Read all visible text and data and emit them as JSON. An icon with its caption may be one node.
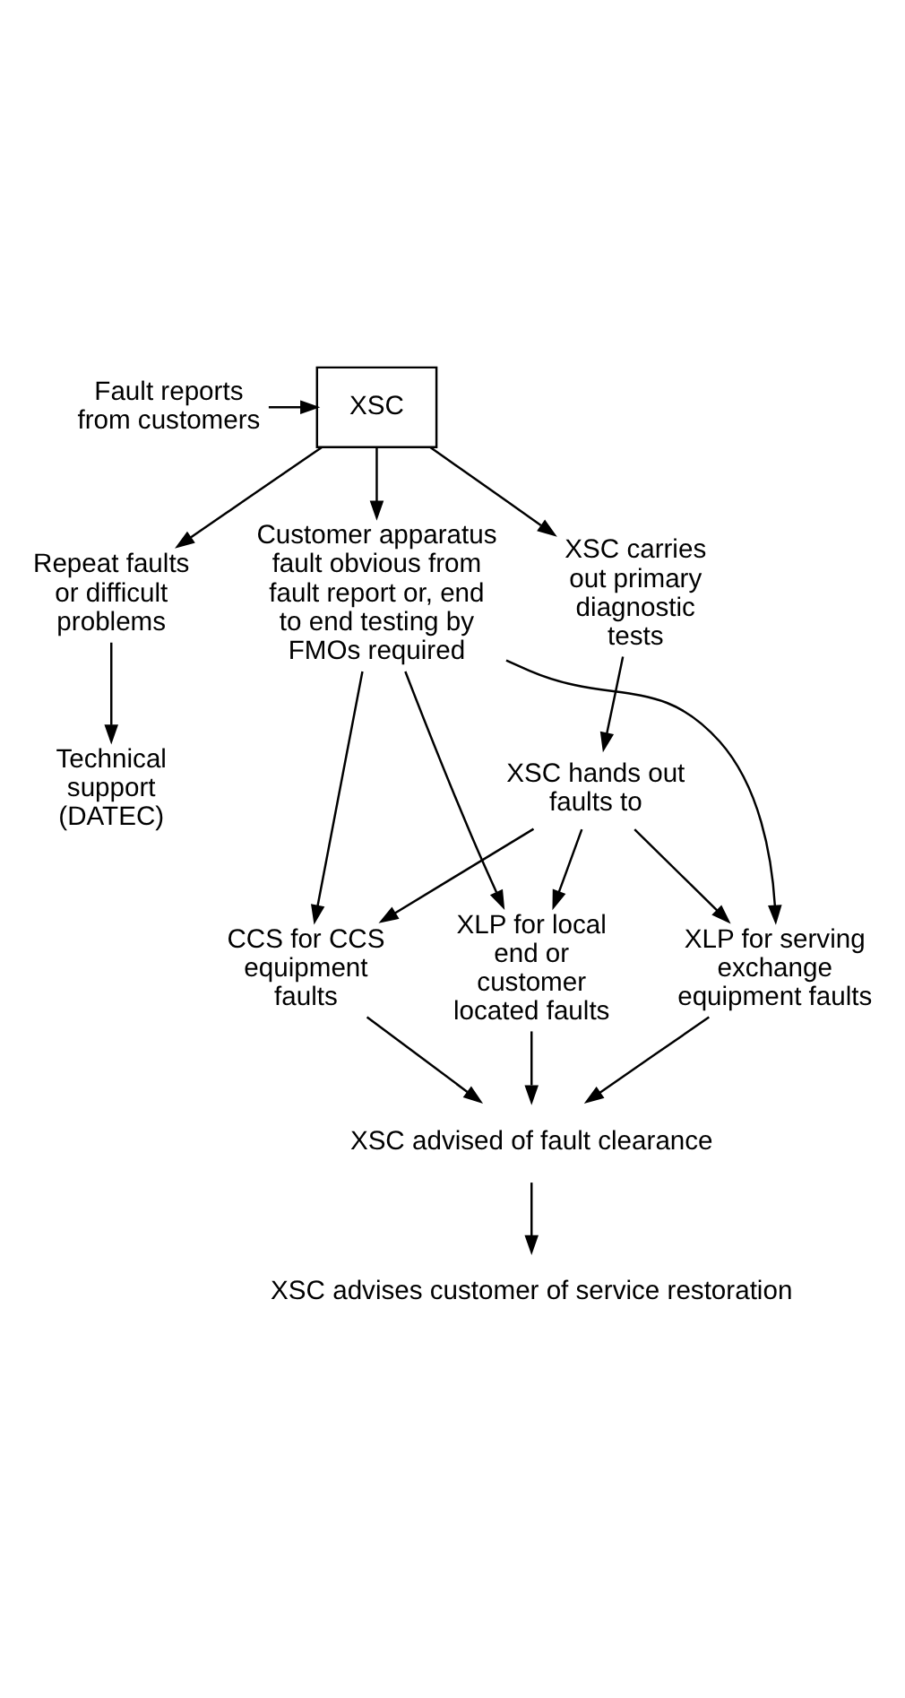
{
  "diagram": {
    "nodes": [
      {
        "text": [
          "Fault reports from customers"
        ]
      },
      {
        "text": [
          "XSC"
        ]
      },
      {
        "text": [
          "Repeat faults or difficult problems"
        ]
      },
      {
        "text": [
          "XSC carries out primary diagnostic tests"
        ]
      },
      {
        "text": [
          "Customer apparatus fault obvious from fault report or, end to end testing by FMOs required"
        ]
      },
      {
        "text": [
          "Technical support (DATEC)"
        ]
      },
      {
        "text": [
          "XSC hands out faults to"
        ]
      },
      {
        "text": [
          "CCS for CCS equipment faults"
        ]
      },
      {
        "text": [
          "XLP for serving exchange equipment faults"
        ]
      },
      {
        "text": [
          "XLP for local end or customer located faults"
        ]
      },
      {
        "text": [
          "XSC advised of fault clearance"
        ]
      },
      {
        "text": [
          "XSC advises customer of service restoration"
        ]
      }
    ],
    "edges": [
      {
        "from": 0,
        "to": 1,
        "arrow": "to"
      },
      {
        "from": 1,
        "to": 2,
        "arrow": "to"
      },
      {
        "from": 1,
        "to": 3,
        "arrow": "to"
      },
      {
        "from": 1,
        "to": 4,
        "arrow": "to"
      },
      {
        "from": 2,
        "to": 5,
        "arrow": "to"
      },
      {
        "from": 3,
        "to": 6,
        "arrow": "to"
      },
      {
        "from": 6,
        "to": 7,
        "arrow": "to"
      },
      {
        "from": 6,
        "to": 8,
        "arrow": "to"
      },
      {
        "from": 6,
        "to": 9,
        "arrow": "to"
      },
      {
        "from": 4,
        "to": 7,
        "arrow": "to"
      },
      {
        "from": 4,
        "to": 8,
        "arrow": "to"
      },
      {
        "from": 4,
        "to": 9,
        "arrow": "to"
      },
      {
        "from": 7,
        "to": 10,
        "arrow": "to"
      },
      {
        "from": 8,
        "to": 10,
        "arrow": "to"
      },
      {
        "from": 9,
        "to": 10,
        "arrow": "to"
      },
      {
        "from": 10,
        "to": 11,
        "arrow": "to"
      }
    ]
  }
}
